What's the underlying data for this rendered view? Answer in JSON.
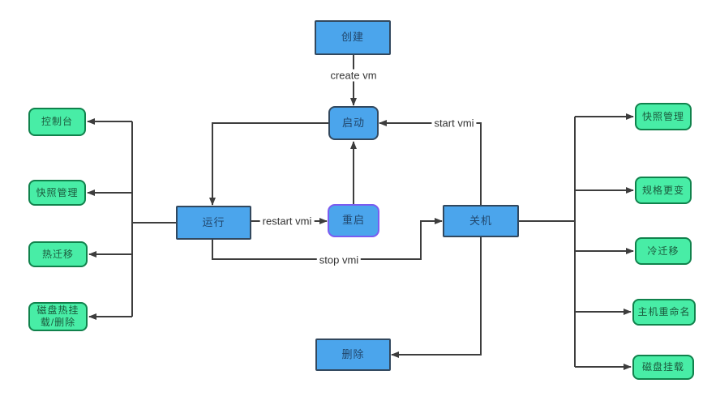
{
  "nodes": {
    "create": "创建",
    "start": "启动",
    "running": "运行",
    "restart": "重启",
    "shutdown": "关机",
    "delete": "删除"
  },
  "left_actions": [
    "控制台",
    "快照管理",
    "热迁移",
    "磁盘热挂载/删除"
  ],
  "right_actions": [
    "快照管理",
    "规格更变",
    "冷迁移",
    "主机重命名",
    "磁盘挂载"
  ],
  "edge_labels": {
    "create_vm": "create vm",
    "start_vmi": "start vmi",
    "restart_vmi": "restart vmi",
    "stop_vmi": "stop vmi"
  },
  "colors": {
    "blue_fill": "#4ba5ec",
    "blue_border": "#32485e",
    "green_fill": "#48eda6",
    "green_border": "#10824c",
    "restart_border": "#7a5cf0",
    "line_color": "#3d3d3d",
    "label_text": "#333333",
    "node_text_blue": "#21466b",
    "node_text_green": "#1b5a3d",
    "background": "#ffffff"
  }
}
